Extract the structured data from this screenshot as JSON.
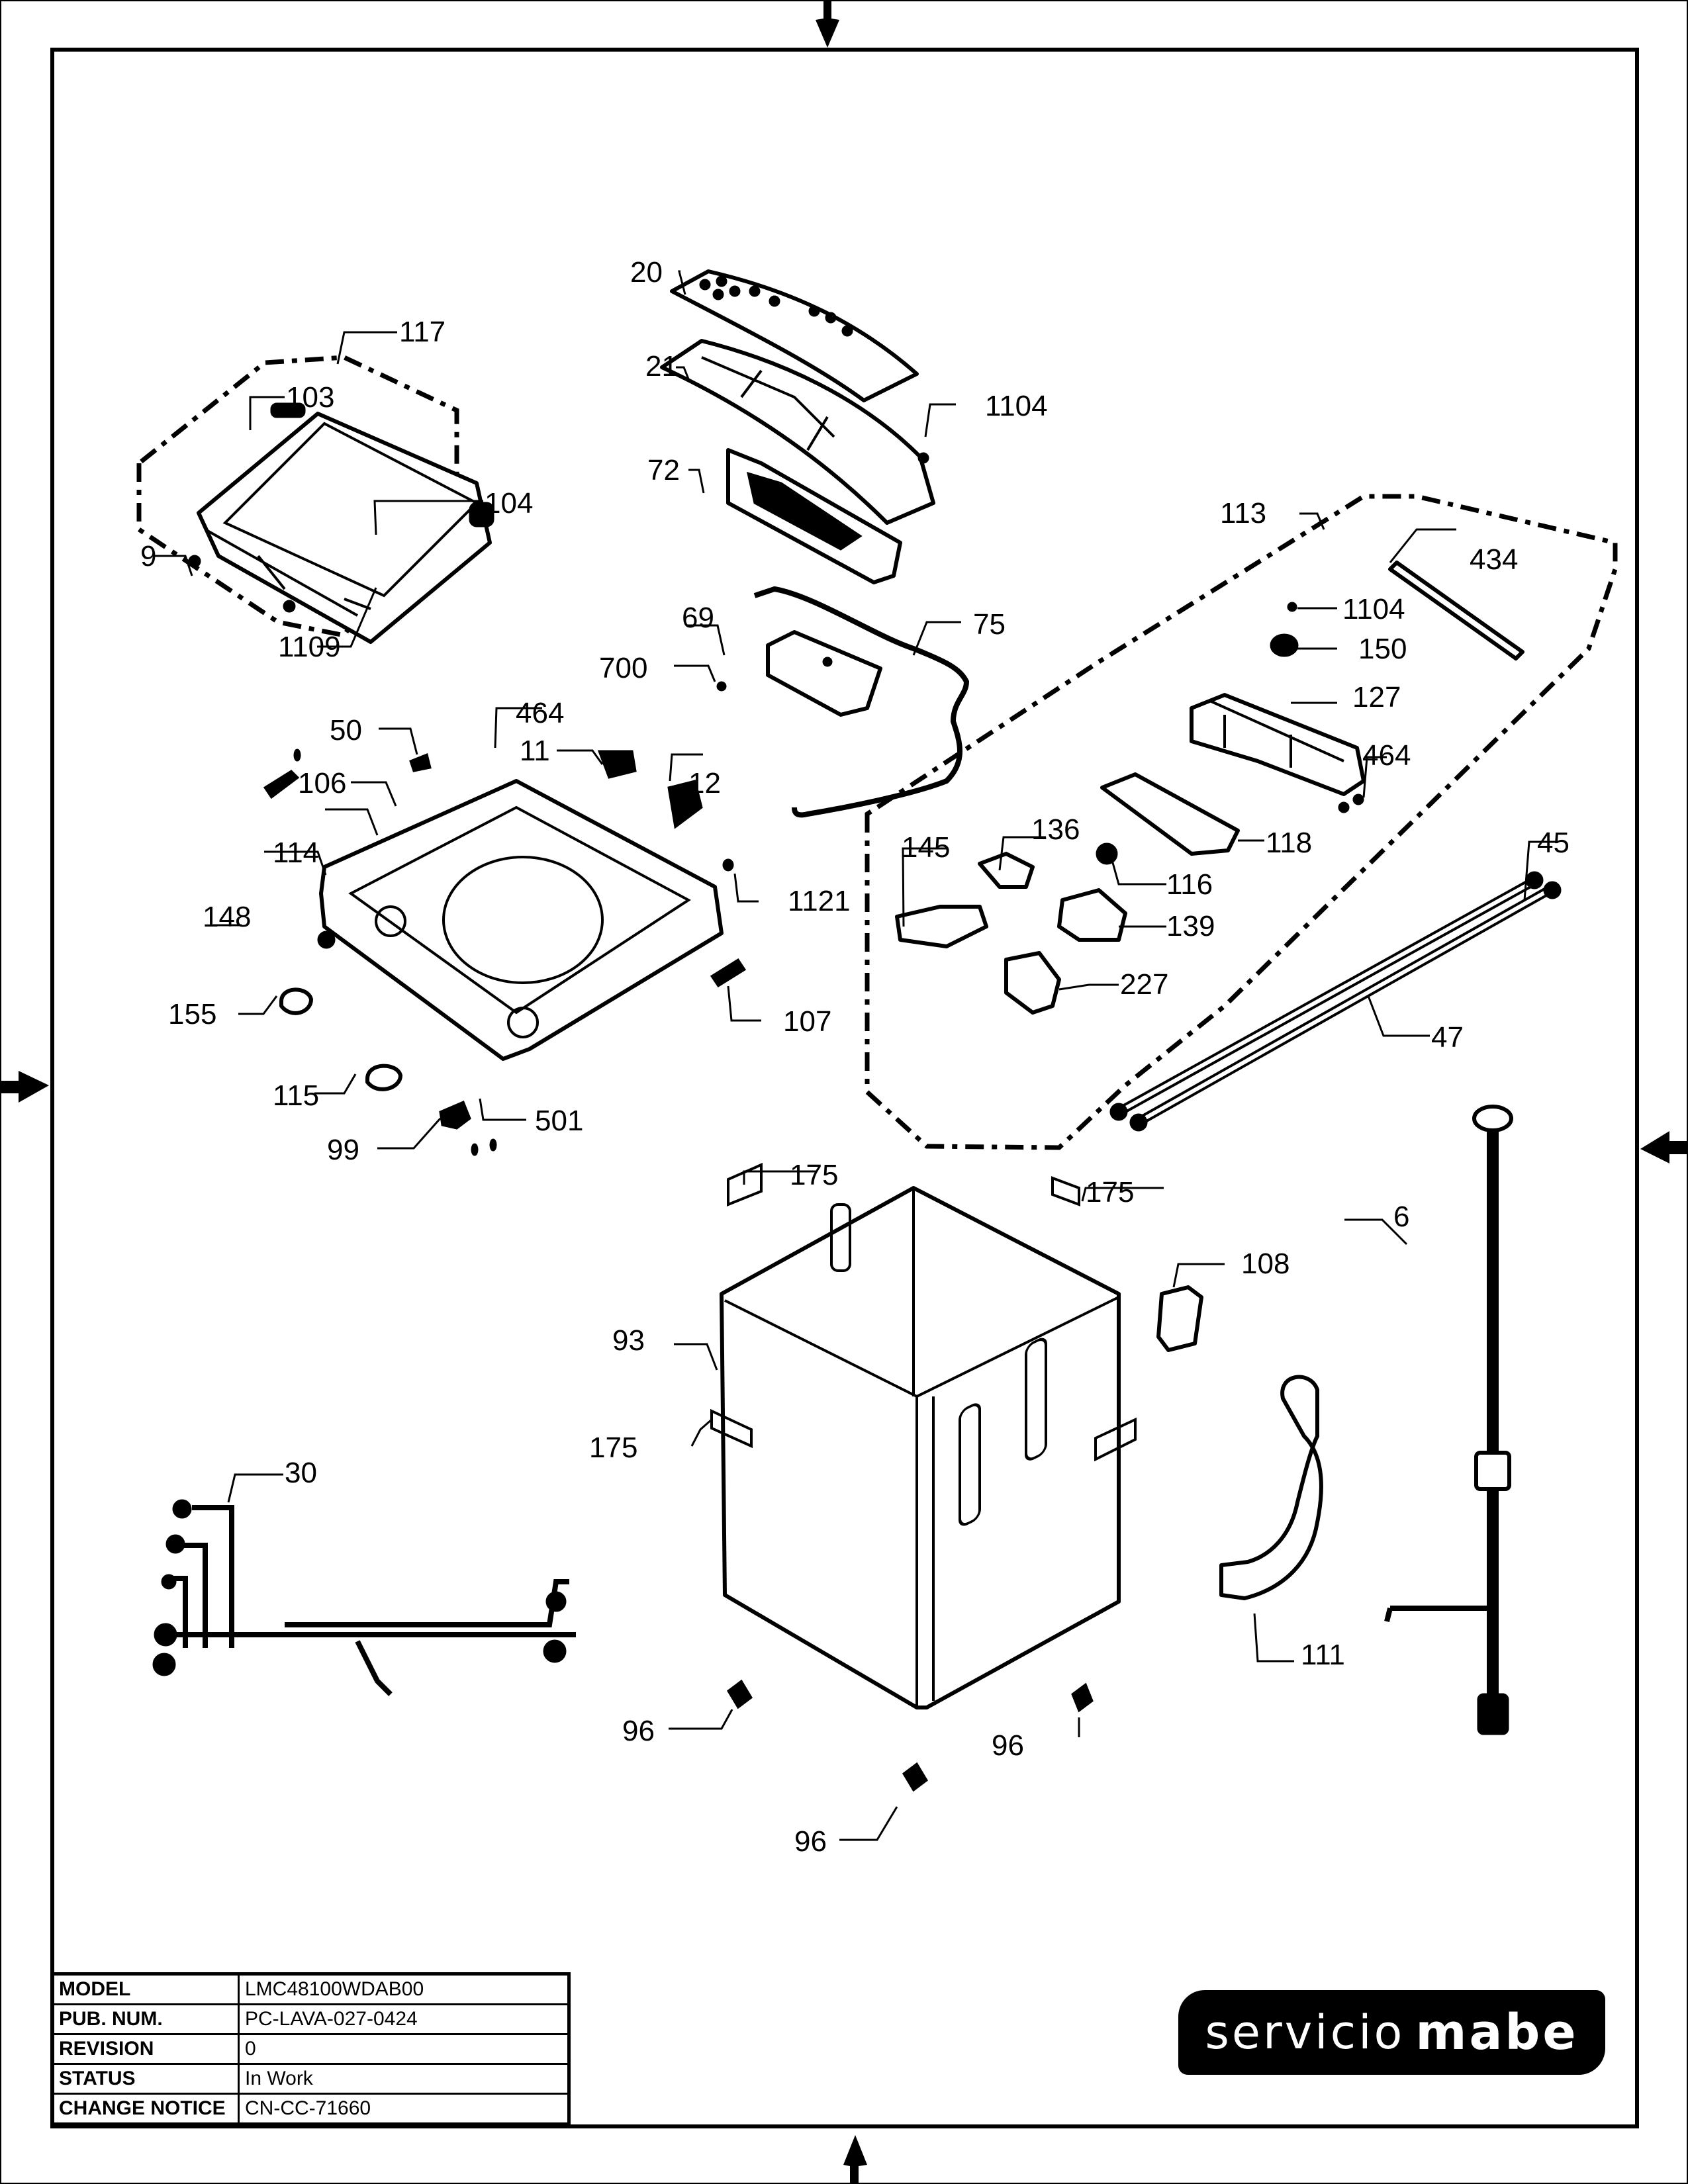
{
  "title_block": {
    "rows": [
      {
        "label": "MODEL",
        "value": "LMC48100WDAB00"
      },
      {
        "label": "PUB. NUM.",
        "value": "PC-LAVA-027-0424"
      },
      {
        "label": "REVISION",
        "value": "0"
      },
      {
        "label": "STATUS",
        "value": "In Work"
      },
      {
        "label": "CHANGE NOTICE",
        "value": "CN-CC-71660"
      }
    ]
  },
  "brand": {
    "light": "servicio",
    "bold": "mabe"
  },
  "callouts": {
    "lid_group": "117",
    "lid_hinge_left": "103",
    "lid_hinge_right": "104",
    "lid": "9",
    "lid_screw": "1109",
    "control_overlay": "20",
    "control_panel": "21",
    "panel_screw": "1104",
    "control_board": "72",
    "aux_board": "69",
    "board_screw": "700",
    "panel_harness": "75",
    "dispenser_group": "113",
    "dispenser_seal": "434",
    "dispenser_screw": "1104",
    "dispenser_valve": "150",
    "dispenser_housing": "127",
    "dispenser_screw_b": "464",
    "dispenser_tray": "118",
    "dispenser_plug": "116",
    "bleach_cup": "136",
    "softener_cup": "145",
    "dispenser_cup_a": "139",
    "dispenser_cup_b": "227",
    "inlet_hose_hot": "45",
    "inlet_hose_cold": "47",
    "lid_switch_bracket": "50",
    "top_screw": "464",
    "switch_a": "11",
    "switch_b": "12",
    "lid_lock": "106",
    "top_cover": "114",
    "bumper": "148",
    "cap_left": "155",
    "top_screw_b": "1121",
    "lock_pin": "107",
    "cap_right": "115",
    "pressure_switch": "99",
    "screw_501": "501",
    "pad_back_left": "175",
    "pad_back_right": "175",
    "pad_side": "175",
    "cabinet": "93",
    "cord_clip": "108",
    "feet_left": "96",
    "feet_right": "96",
    "feet_front": "96",
    "drain_hose": "111",
    "power_cord": "6",
    "main_harness": "30"
  }
}
